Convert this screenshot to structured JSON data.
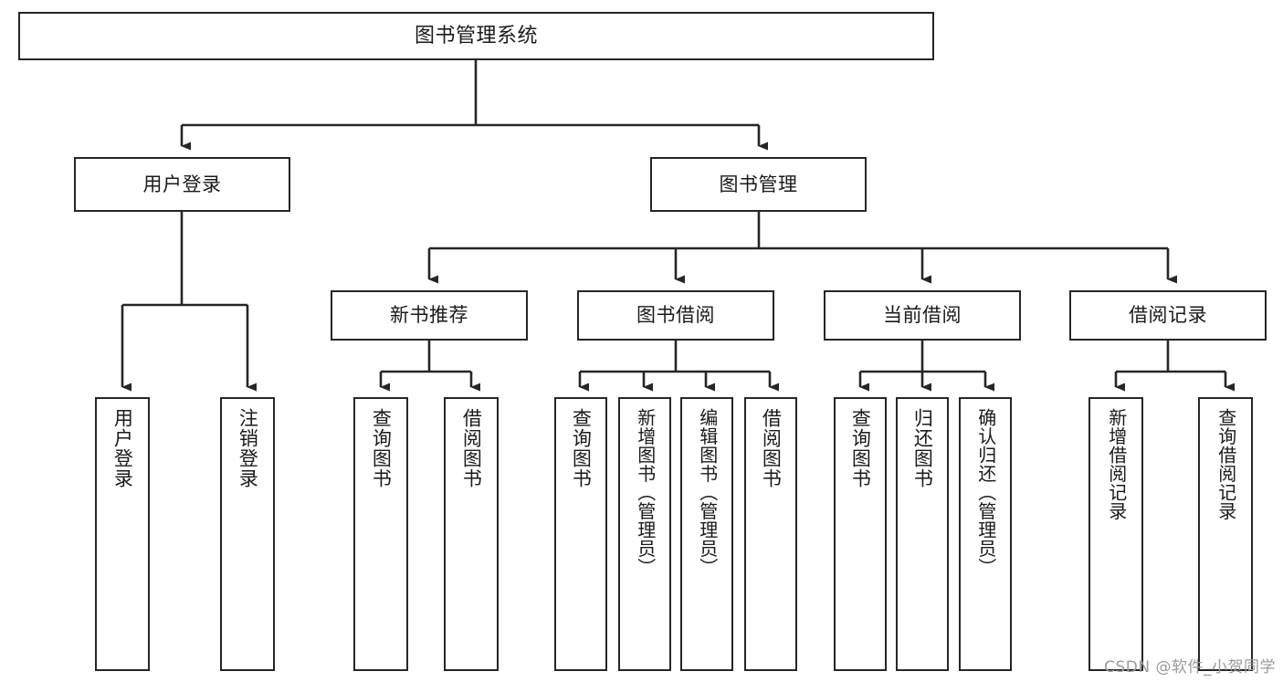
{
  "diagram": {
    "title": "图书管理系统",
    "type": "hierarchy-tree",
    "watermark": "CSDN @软件_小贺同学",
    "colors": {
      "background": "#ffffff",
      "box_border": "#262626",
      "box_fill": "#ffffff",
      "connector": "#262626",
      "text": "#1a1a1a",
      "watermark": "#9a9a9a"
    },
    "levels": [
      {
        "level": 1,
        "nodes": [
          {
            "id": "root",
            "label": "图书管理系统",
            "orientation": "horizontal"
          }
        ]
      },
      {
        "level": 2,
        "nodes": [
          {
            "id": "user-login",
            "label": "用户登录",
            "orientation": "horizontal",
            "parent": "root"
          },
          {
            "id": "book-manage",
            "label": "图书管理",
            "orientation": "horizontal",
            "parent": "root"
          }
        ]
      },
      {
        "level": 3,
        "nodes": [
          {
            "id": "new-book-rec",
            "label": "新书推荐",
            "orientation": "horizontal",
            "parent": "book-manage"
          },
          {
            "id": "book-borrow",
            "label": "图书借阅",
            "orientation": "horizontal",
            "parent": "book-manage"
          },
          {
            "id": "current-borrow",
            "label": "当前借阅",
            "orientation": "horizontal",
            "parent": "book-manage"
          },
          {
            "id": "borrow-record",
            "label": "借阅记录",
            "orientation": "horizontal",
            "parent": "book-manage"
          }
        ]
      },
      {
        "level": 4,
        "nodes": [
          {
            "id": "leaf-user-login",
            "label": "用户登录",
            "orientation": "vertical",
            "parent": "user-login"
          },
          {
            "id": "leaf-logout",
            "label": "注销登录",
            "orientation": "vertical",
            "parent": "user-login"
          },
          {
            "id": "leaf-query-book-1",
            "label": "查询图书",
            "orientation": "vertical",
            "parent": "new-book-rec"
          },
          {
            "id": "leaf-borrow-book-1",
            "label": "借阅图书",
            "orientation": "vertical",
            "parent": "new-book-rec"
          },
          {
            "id": "leaf-query-book-2",
            "label": "查询图书",
            "orientation": "vertical",
            "parent": "book-borrow"
          },
          {
            "id": "leaf-add-book",
            "label": "新增图书（管理员）",
            "orientation": "vertical",
            "parent": "book-borrow"
          },
          {
            "id": "leaf-edit-book",
            "label": "编辑图书（管理员）",
            "orientation": "vertical",
            "parent": "book-borrow"
          },
          {
            "id": "leaf-borrow-book-2",
            "label": "借阅图书",
            "orientation": "vertical",
            "parent": "book-borrow"
          },
          {
            "id": "leaf-query-book-3",
            "label": "查询图书",
            "orientation": "vertical",
            "parent": "current-borrow"
          },
          {
            "id": "leaf-return-book",
            "label": "归还图书",
            "orientation": "vertical",
            "parent": "current-borrow"
          },
          {
            "id": "leaf-confirm-return",
            "label": "确认归还（管理员）",
            "orientation": "vertical",
            "parent": "current-borrow"
          },
          {
            "id": "leaf-add-record",
            "label": "新增借阅记录",
            "orientation": "vertical",
            "parent": "borrow-record"
          },
          {
            "id": "leaf-query-record",
            "label": "查询借阅记录",
            "orientation": "vertical",
            "parent": "borrow-record"
          }
        ]
      }
    ]
  }
}
